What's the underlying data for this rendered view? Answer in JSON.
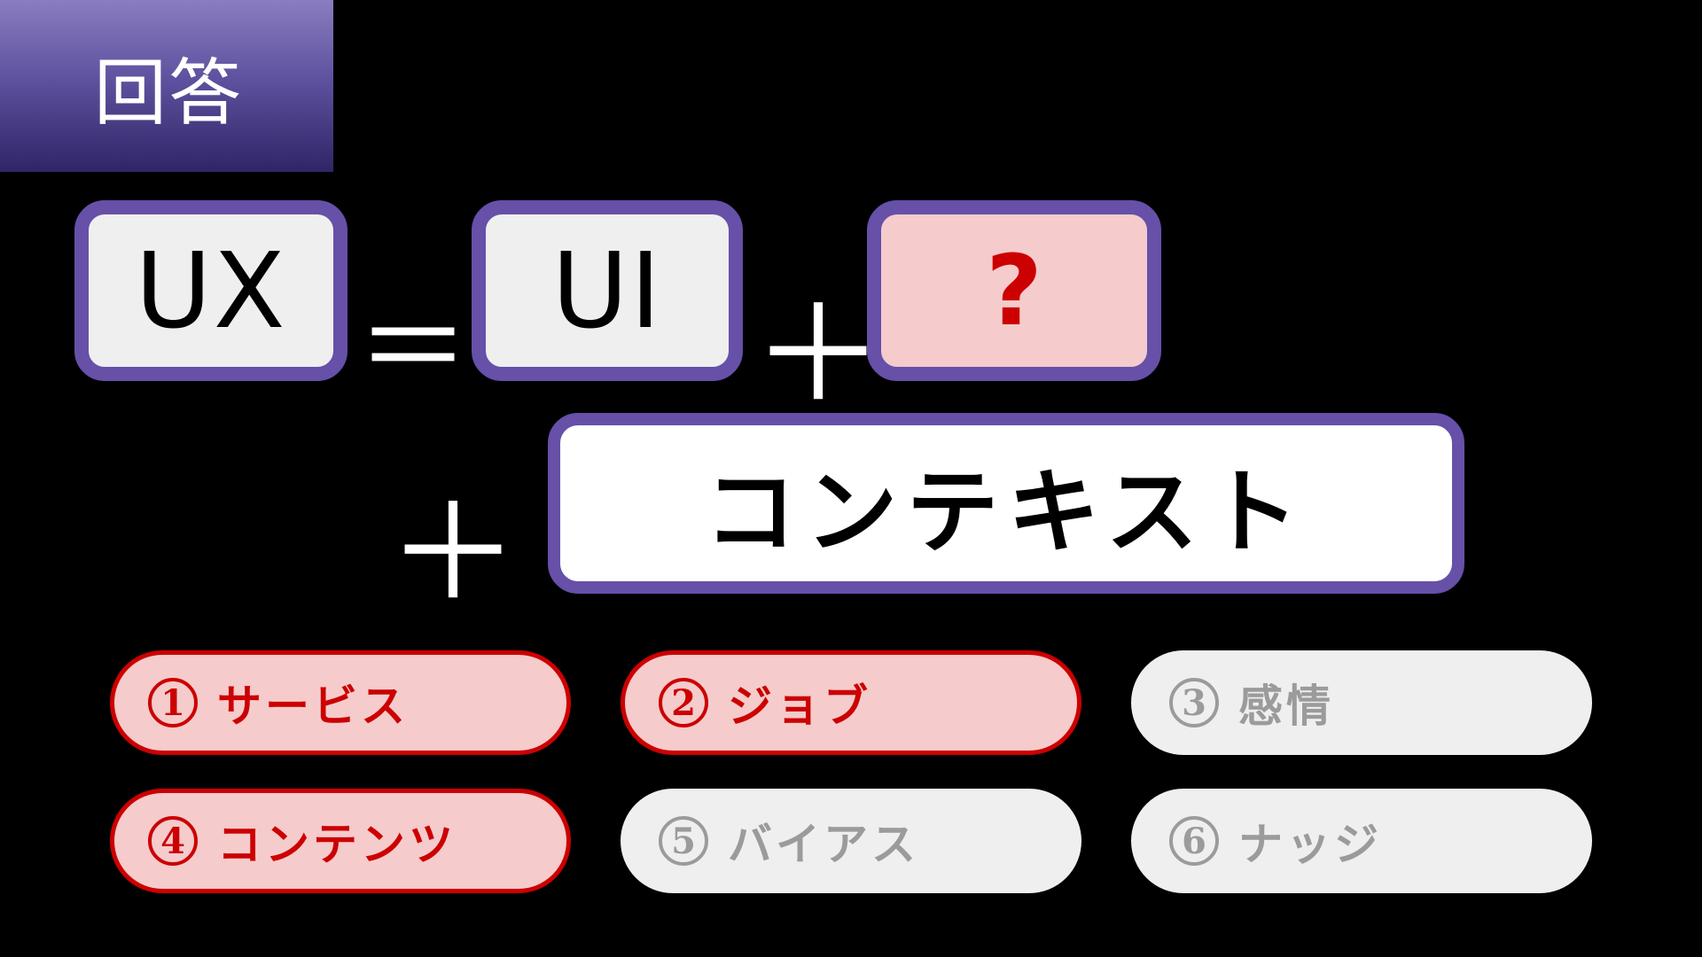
{
  "header": {
    "title": "回答"
  },
  "equation": {
    "term_ux": "UX",
    "equals": "＝",
    "term_ui": "UI",
    "plus_1": "＋",
    "term_unknown": "?",
    "plus_2": "＋",
    "term_context": "コンテキスト"
  },
  "options": [
    {
      "number": "1",
      "label": "サービス",
      "state": "selected"
    },
    {
      "number": "2",
      "label": "ジョブ",
      "state": "selected"
    },
    {
      "number": "3",
      "label": "感情",
      "state": "unselected"
    },
    {
      "number": "4",
      "label": "コンテンツ",
      "state": "selected"
    },
    {
      "number": "5",
      "label": "バイアス",
      "state": "unselected"
    },
    {
      "number": "6",
      "label": "ナッジ",
      "state": "unselected"
    }
  ],
  "colors": {
    "box_border": "#6650a8",
    "box_fill": "#efefef",
    "unknown_fill": "#f5cbcc",
    "unknown_text": "#cc0000",
    "selected_fill": "#f5cbcc",
    "selected_text": "#cc0000",
    "unselected_fill": "#efefef",
    "unselected_text": "#9b9b9b",
    "background": "#000000"
  }
}
